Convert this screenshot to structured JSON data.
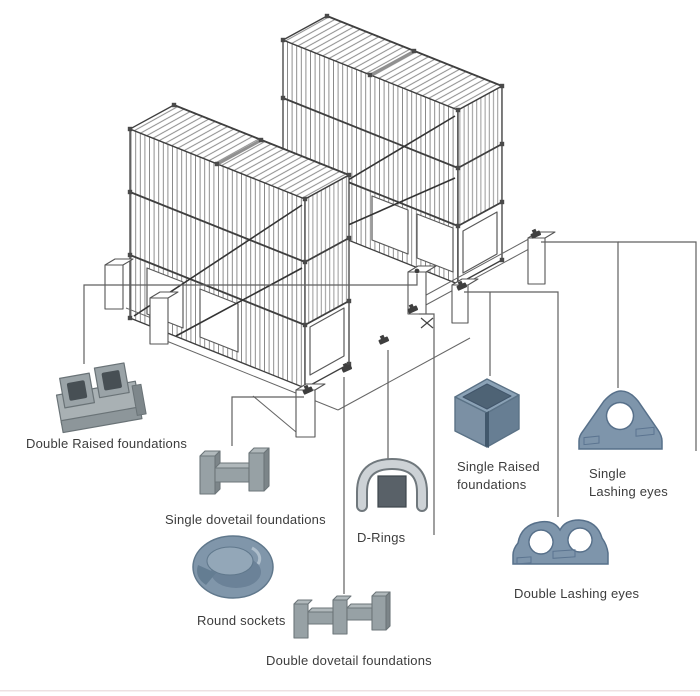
{
  "diagram": {
    "kind": "container-stack-lashing-fittings",
    "labels": {
      "double_raised": "Double Raised foundations",
      "single_dovetail": "Single dovetail foundations",
      "round_sockets": "Round sockets",
      "d_rings": "D-Rings",
      "double_dovetail": "Double dovetail foundations",
      "single_raised_l1": "Single Raised",
      "single_raised_l2": "foundations",
      "single_lashing_l1": "Single",
      "single_lashing_l2": "Lashing eyes",
      "double_lashing": "Double Lashing eyes"
    },
    "colors": {
      "steel_gray": "#9aa3a7",
      "fitting_blue": "#7e95ab",
      "outline": "#3f3f3f",
      "leader_line": "#606060",
      "label_text": "#3c3c3c",
      "background": "#ffffff"
    }
  }
}
